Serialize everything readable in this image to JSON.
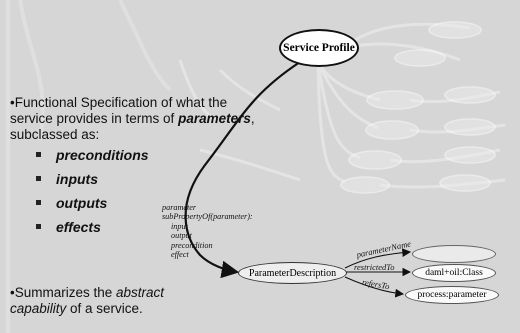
{
  "slide": {
    "lead_text_1": "•Functional Specification of what the service provides in terms of",
    "lead_emph": "parameters",
    "lead_text_2": ", subclassed as:",
    "bullets": [
      "preconditions",
      "inputs",
      "outputs",
      "effects"
    ],
    "summary_prefix": "•Summarizes the ",
    "summary_emph": "abstract capability",
    "summary_suffix": " of a service."
  },
  "diagram": {
    "service_profile_label": "Service Profile",
    "parameter_description_label": "ParameterDescription",
    "subprops_lines": [
      "parameter",
      "subPropertyOf(parameter):",
      "input",
      "output",
      "precondition",
      "effect"
    ],
    "edges": {
      "parameter_name": "parameterName",
      "restricted_to": "restrictedTo",
      "refers_to": "refersTo"
    },
    "targets": {
      "restricted_to": "daml+oil:Class",
      "refers_to": "process:parameter"
    }
  },
  "colors": {
    "background": "#d6d6d6",
    "edge": "#111111"
  }
}
